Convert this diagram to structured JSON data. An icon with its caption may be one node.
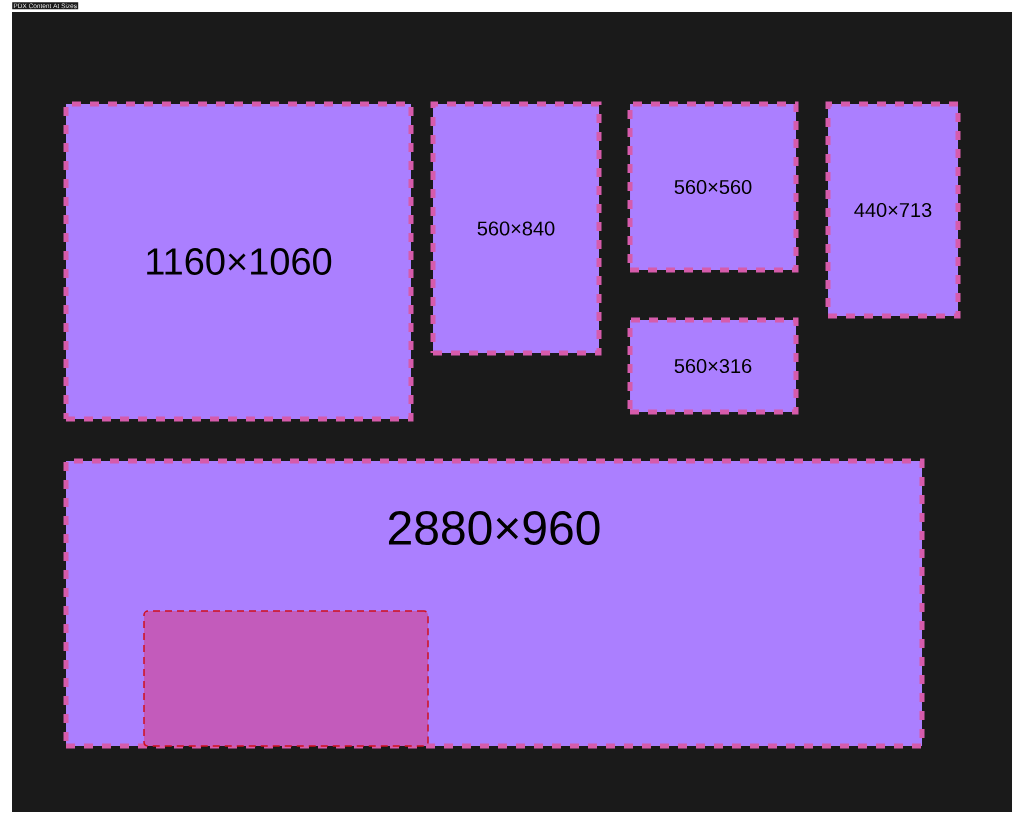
{
  "diagram": {
    "nodes": [
      {
        "text": [
          "1160×1060"
        ]
      },
      {
        "text": [
          "560×840"
        ]
      },
      {
        "text": [
          "560×560"
        ]
      },
      {
        "text": [
          "440×713"
        ]
      },
      {
        "text": [
          "560×316"
        ]
      },
      {
        "text": [
          "2880×960"
        ]
      },
      {
        "text": [],
        "shape": "box",
        "in": 5
      }
    ],
    "labels": [
      "PDX Content At Sizes"
    ]
  }
}
